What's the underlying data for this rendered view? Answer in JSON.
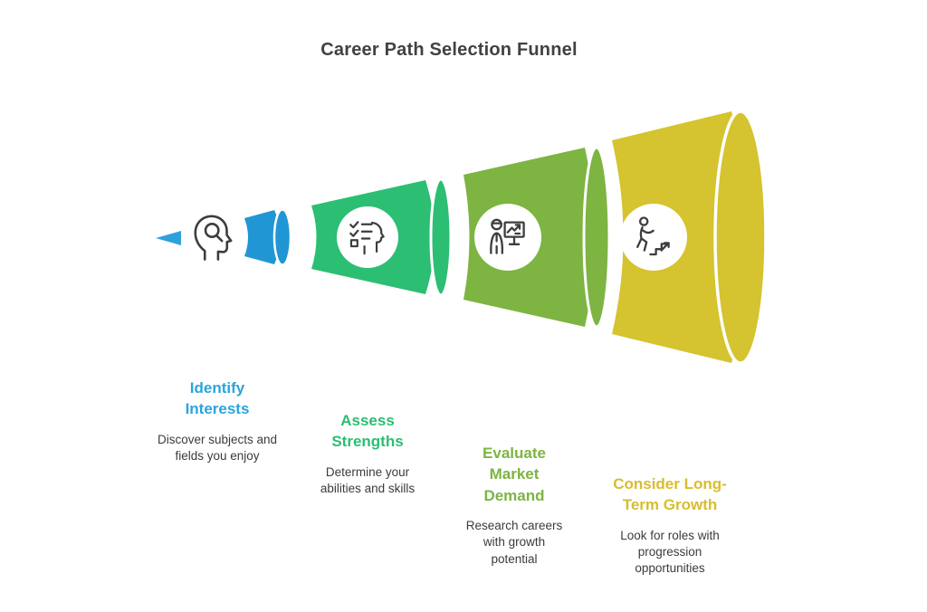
{
  "title": "Career Path Selection Funnel",
  "title_color": "#3f4245",
  "body_text_color": "#3b3b3b",
  "icon_stroke_color": "#3d3d3d",
  "stages": [
    {
      "id": "identify-interests",
      "heading": "Identify Interests",
      "description": "Discover subjects and fields you enjoy",
      "funnel_color": "#2196d5",
      "tip_color": "#2fa2dc",
      "label_color": "#2ba4dd",
      "icon": "head-search-icon"
    },
    {
      "id": "assess-strengths",
      "heading": "Assess Strengths",
      "description": "Determine your abilities and skills",
      "funnel_color": "#2cbe73",
      "label_color": "#2cbe73",
      "icon": "checklist-head-icon"
    },
    {
      "id": "evaluate-market-demand",
      "heading": "Evaluate Market Demand",
      "description": "Research careers with growth potential",
      "funnel_color": "#7db442",
      "label_color": "#7db442",
      "icon": "presenter-chart-icon"
    },
    {
      "id": "consider-long-term-growth",
      "heading": "Consider Long-Term Growth",
      "description": "Look for roles with progression opportunities",
      "funnel_color": "#d5c32f",
      "label_color": "#d8bd2c",
      "icon": "climb-stairs-icon"
    }
  ]
}
